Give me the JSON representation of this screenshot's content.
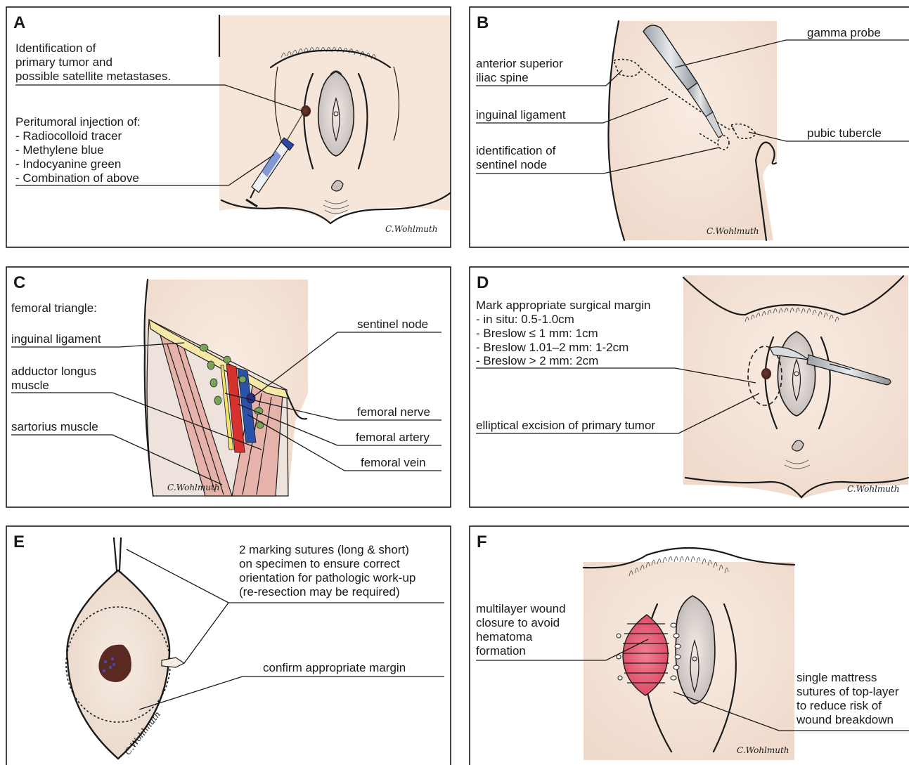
{
  "panels": {
    "a": {
      "letter": "A",
      "label_tumor": [
        "Identification of",
        "primary tumor and",
        "possible satellite metastases."
      ],
      "label_injection": [
        "Peritumoral injection of:",
        " - Radiocolloid tracer",
        " - Methylene blue",
        " - Indocyanine green",
        " - Combination of above"
      ],
      "signature": "C.Wohlmuth"
    },
    "b": {
      "letter": "B",
      "label_gamma_probe": "gamma probe",
      "label_asis": [
        "anterior superior",
        "iliac spine"
      ],
      "label_inguinal_ligament": "inguinal ligament",
      "label_pubic_tubercle": "pubic tubercle",
      "label_sentinel": [
        "identification of",
        "sentinel node"
      ],
      "signature": "C.Wohlmuth"
    },
    "c": {
      "letter": "C",
      "label_femoral_triangle": "femoral triangle:",
      "label_inguinal_ligament": "inguinal ligament",
      "label_adductor": [
        "adductor longus",
        "muscle"
      ],
      "label_sartorius": "sartorius muscle",
      "label_sentinel_node": "sentinel node",
      "label_femoral_nerve": "femoral nerve",
      "label_femoral_artery": "femoral artery",
      "label_femoral_vein": "femoral vein",
      "signature": "C.Wohlmuth"
    },
    "d": {
      "letter": "D",
      "label_margin": [
        "Mark appropriate surgical margin",
        " - in situ: 0.5-1.0cm",
        " - Breslow ≤ 1 mm: 1cm",
        " - Breslow 1.01–2 mm: 1-2cm",
        " - Breslow > 2 mm: 2cm"
      ],
      "label_excision": "elliptical excision of primary tumor",
      "signature": "C.Wohlmuth"
    },
    "e": {
      "letter": "E",
      "label_sutures": [
        "2 marking sutures (long & short)",
        "on specimen to ensure correct",
        "orientation for pathologic work-up",
        "(re-resection may be required)"
      ],
      "label_margin": "confirm appropriate margin",
      "signature": "C.Wohlmuth"
    },
    "f": {
      "letter": "F",
      "label_closure": [
        "multilayer wound",
        "closure to avoid",
        "hematoma",
        "formation"
      ],
      "label_mattress": [
        "single mattress",
        "sutures of top-layer",
        "to reduce risk of",
        "wound breakdown"
      ],
      "signature": "C.Wohlmuth"
    }
  },
  "colors": {
    "skin": "#f6e6da",
    "tumor": "#5a2a22",
    "artery": "#d8322e",
    "vein": "#2a52a8",
    "nerve": "#f2e46a",
    "lymph_node": "#7aa35a",
    "muscle": "#e6b3ab",
    "wound": "#e46a80"
  }
}
